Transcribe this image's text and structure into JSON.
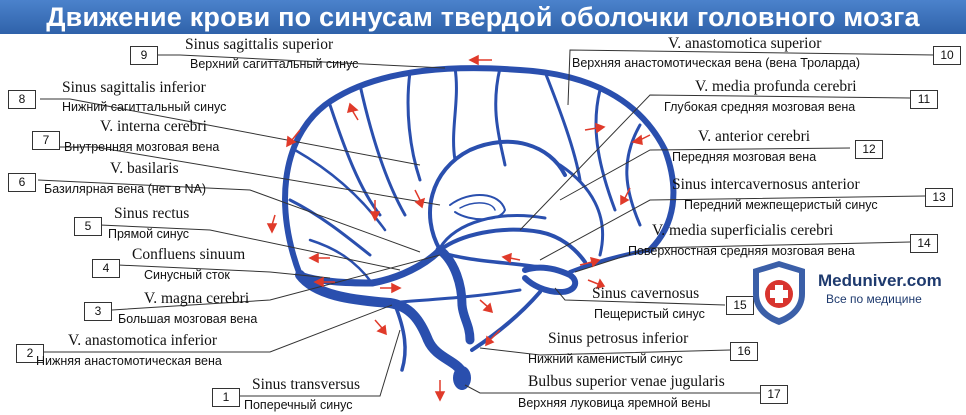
{
  "title": "Движение крови по синусам твердой оболочки головного мозга",
  "colors": {
    "title_bg": "#3a6fb8",
    "vessel": "#2a4fae",
    "arrow": "#e03a2a"
  },
  "labels": [
    {
      "num": "9",
      "latin": "Sinus sagittalis superior",
      "russian": "Верхний сагиттальный синус"
    },
    {
      "num": "8",
      "latin": "Sinus sagittalis inferior",
      "russian": "Нижний сагиттальный синус"
    },
    {
      "num": "7",
      "latin": "V. interna cerebri",
      "russian": "Внутренняя мозговая вена"
    },
    {
      "num": "6",
      "latin": "V. basilaris",
      "russian": "Базилярная вена (нет в NA)"
    },
    {
      "num": "5",
      "latin": "Sinus rectus",
      "russian": "Прямой синус"
    },
    {
      "num": "4",
      "latin": "Confluens sinuum",
      "russian": "Синусный сток"
    },
    {
      "num": "3",
      "latin": "V. magna cerebri",
      "russian": "Большая мозговая вена"
    },
    {
      "num": "2",
      "latin": "V. anastomotica inferior",
      "russian": "Нижняя анастомотическая вена"
    },
    {
      "num": "1",
      "latin": "Sinus transversus",
      "russian": "Поперечный синус"
    },
    {
      "num": "10",
      "latin": "V. anastomotica superior",
      "russian": "Верхняя анастомотическая вена (вена Троларда)"
    },
    {
      "num": "11",
      "latin": "V. media profunda cerebri",
      "russian": "Глубокая средняя мозговая вена"
    },
    {
      "num": "12",
      "latin": "V. anterior cerebri",
      "russian": "Передняя мозговая вена"
    },
    {
      "num": "13",
      "latin": "Sinus intercavernosus anterior",
      "russian": "Передний межпещеристый синус"
    },
    {
      "num": "14",
      "latin": "V. media superficialis cerebri",
      "russian": "Поверхностная средняя мозговая вена"
    },
    {
      "num": "15",
      "latin": "Sinus cavernosus",
      "russian": "Пещеристый синус"
    },
    {
      "num": "16",
      "latin": "Sinus petrosus inferior",
      "russian": "Нижний каменистый синус"
    },
    {
      "num": "17",
      "latin": "Bulbus superior venae jugularis",
      "russian": "Верхняя луковица яремной вены"
    }
  ],
  "logo": {
    "name": "Meduniver.com",
    "tagline": "Все по медицине"
  }
}
